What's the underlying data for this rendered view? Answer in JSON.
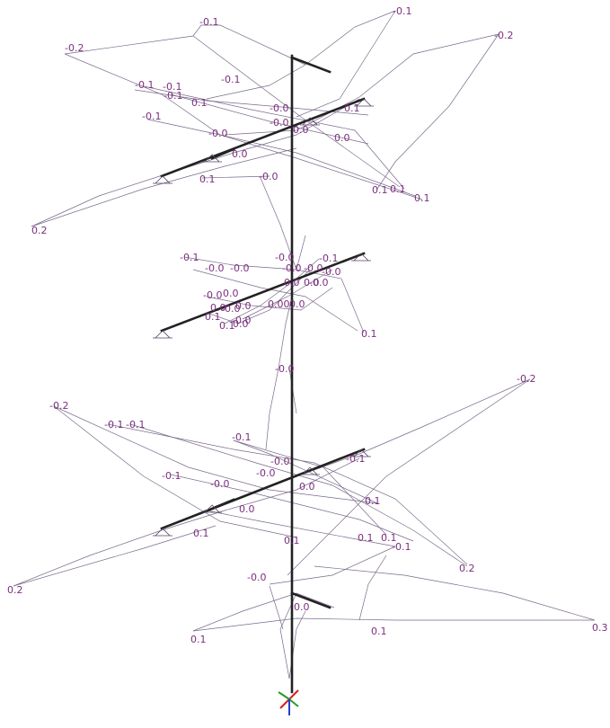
{
  "colors": {
    "background": "#ffffff",
    "member": "#222222",
    "diagram_line": "#7a6a8a",
    "value_label": "#7a2e7e",
    "axis_x": "#d42020",
    "axis_y": "#2a9a2a",
    "axis_z": "#2040d0"
  },
  "icons": [
    "support-icon",
    "axis-triad-icon"
  ],
  "labels": [
    "-0.1",
    "-0.1",
    "-0.2",
    "-0.2",
    "-0.1",
    "-0.1",
    "-0.1",
    "-0.1",
    "0.1",
    "-0.0",
    "0.1",
    "-0.1",
    "-0.0",
    "0.0",
    "0.0",
    "-0.0",
    "0.0",
    "0.1",
    "-0.0",
    "0.1",
    "0.1",
    "0.1",
    "0.2",
    "-0.1",
    "-0.0",
    "-0.1",
    "-0.0",
    "-0.0",
    "-0.0",
    "-0.0",
    "-0.0",
    "0.0",
    "-0.0",
    "-0.0",
    "0.0",
    "0.0",
    "-0.0",
    "0.0",
    "0.1",
    "-0.0",
    "0.1",
    "0.0",
    "0.00",
    "0.0",
    "0.0",
    "0.1",
    "-0.0",
    "-0.2",
    "-0.2",
    "-0.1",
    "-0.1",
    "-0.1",
    "-0.0",
    "-0.1",
    "-0.1",
    "-0.0",
    "0.0",
    "-0.0",
    "0.1",
    "0.0",
    "0.1",
    "0.1",
    "0.1",
    "-0.1",
    "0.1",
    "0.2",
    "0.2",
    "-0.0",
    "0.0",
    "0.1",
    "0.1",
    "0.3"
  ]
}
